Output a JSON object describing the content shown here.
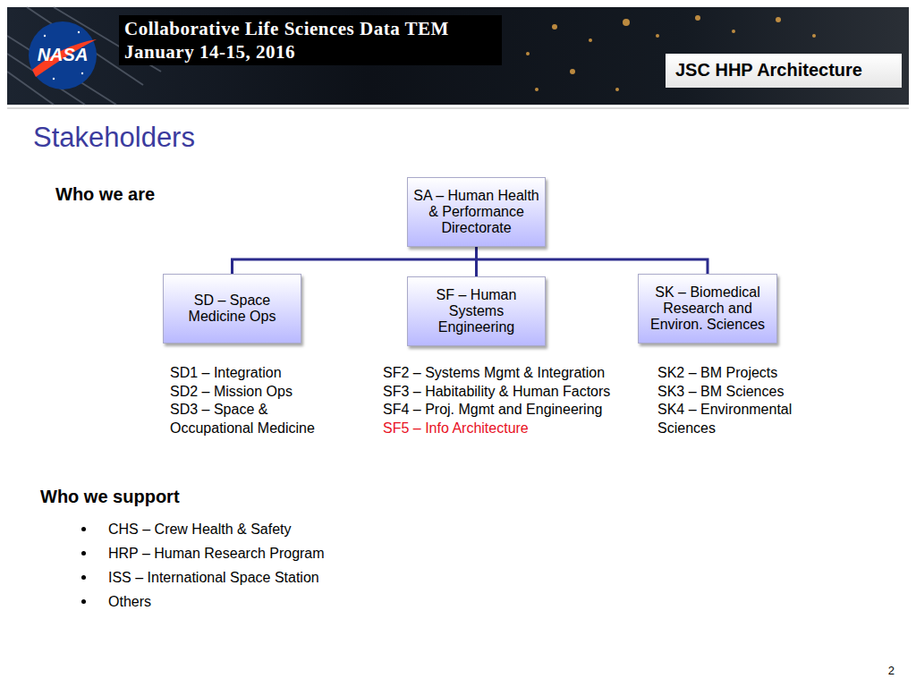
{
  "diagram": {
    "title": "Stakeholders",
    "nodes": [
      {
        "text": [
          "SA – Human Health & Performance Directorate"
        ]
      },
      {
        "text": [
          "SD – Space Medicine Ops"
        ]
      },
      {
        "text": [
          "SF – Human Systems Engineering"
        ]
      },
      {
        "text": [
          "SK – Biomedical Research and Environ. Sciences"
        ]
      }
    ],
    "edges": [
      {
        "from": 0,
        "to": 1,
        "arrow": "none"
      },
      {
        "from": 0,
        "to": 2,
        "arrow": "none"
      },
      {
        "from": 0,
        "to": 3,
        "arrow": "none"
      }
    ],
    "labels": [
      "Collaborative Life Sciences Data TEM",
      "January 14-15, 2016",
      "NASA",
      "JSC HHP Architecture",
      "Who we are",
      "SD1 – Integration",
      "SD2 – Mission Ops",
      "SD3 – Space & Occupational Medicine",
      "SF2 – Systems Mgmt & Integration",
      "SF3 – Habitability & Human Factors",
      "SF4 – Proj. Mgmt and Engineering",
      "SF5 – Info Architecture",
      "SK2 – BM Projects",
      "SK3 – BM Sciences",
      "SK4 – Environmental Sciences",
      "Who we support",
      "CHS – Crew Health & Safety",
      "HRP – Human Research Program",
      "ISS – International Space Station",
      "Others",
      "2"
    ]
  }
}
